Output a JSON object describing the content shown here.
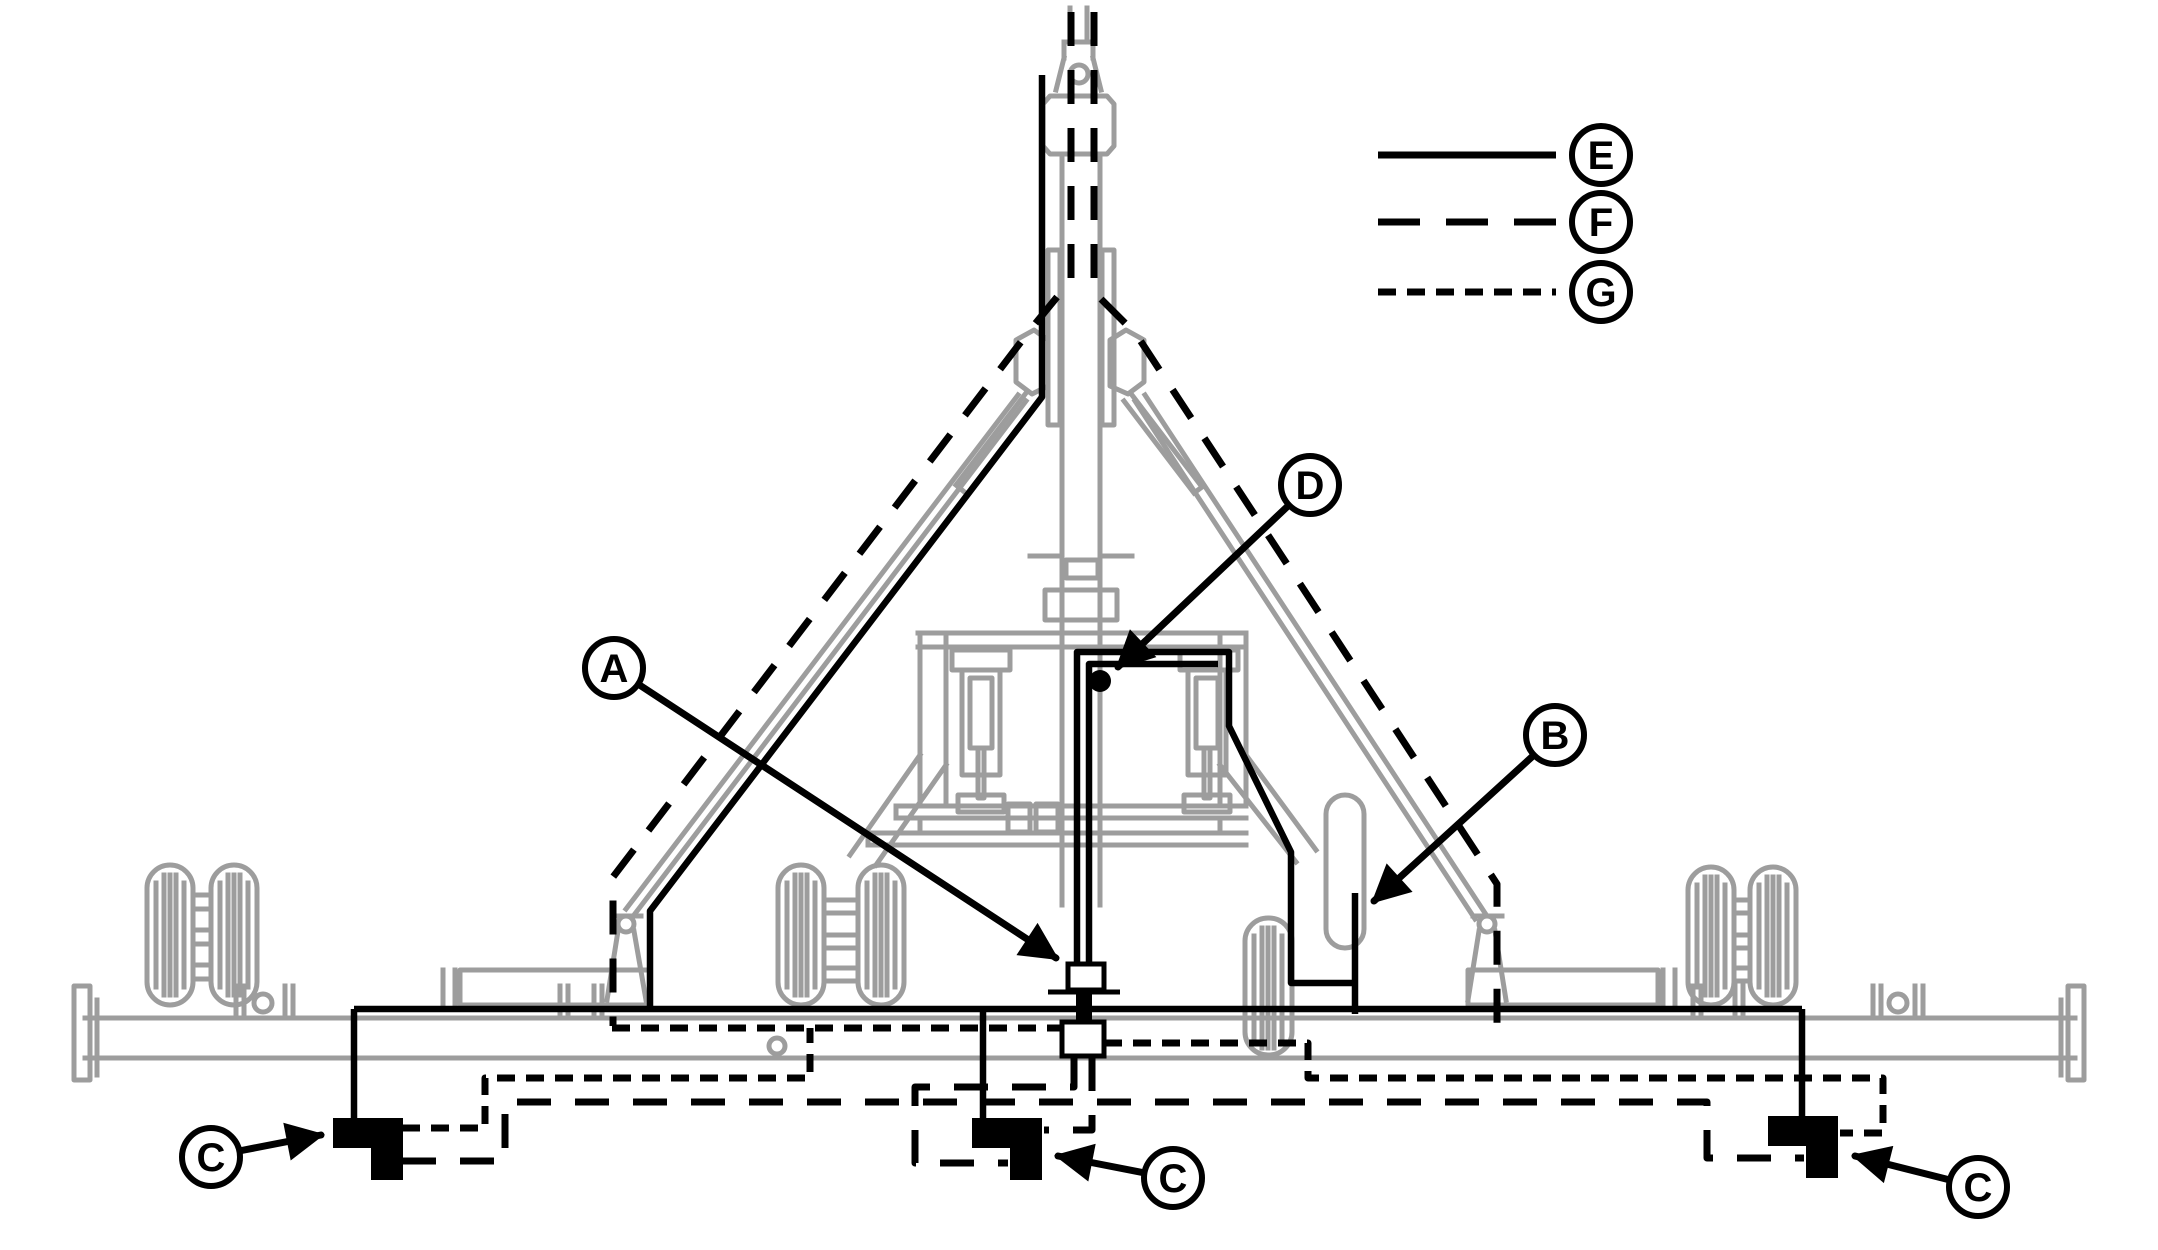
{
  "legend": {
    "items": [
      {
        "label": "E",
        "line_style": "solid"
      },
      {
        "label": "F",
        "line_style": "long-dash"
      },
      {
        "label": "G",
        "line_style": "short-dash"
      }
    ]
  },
  "callouts": {
    "a": {
      "label": "A"
    },
    "b": {
      "label": "B"
    },
    "c": {
      "label": "C"
    },
    "d": {
      "label": "D"
    }
  },
  "colors": {
    "harness": "#000000",
    "machine_outline": "#9d9d9d",
    "background": "#ffffff"
  }
}
